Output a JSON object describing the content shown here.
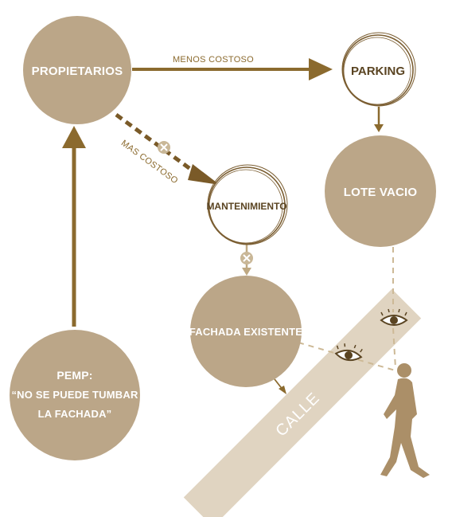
{
  "colors": {
    "circle_fill": "#bba688",
    "arrow_brown": "#8b6a2e",
    "dashed_dark": "#7a5a28",
    "dashed_light": "#cdb996",
    "street_fill": "#e0d4c1",
    "person": "#ab8f68",
    "sketch_ring": "#7b5e32",
    "cross_fill": "#c9b797"
  },
  "nodes": {
    "propietarios": "PROPIETARIOS",
    "parking": "PARKING",
    "lote_vacio": "LOTE VACIO",
    "mantenimiento": "MANTENIMIENTO",
    "fachada": "FACHADA EXISTENTE",
    "pemp_line1": "PEMP:",
    "pemp_line2": "“NO SE PUEDE TUMBAR",
    "pemp_line3": "LA FACHADA”"
  },
  "edges": {
    "menos_costoso": "MENOS COSTOSO",
    "mas_costoso": "MAS COSTOSO"
  },
  "street": "CALLE",
  "icons": [
    "close-icon",
    "eye-icon",
    "person-icon",
    "arrow-icon"
  ]
}
